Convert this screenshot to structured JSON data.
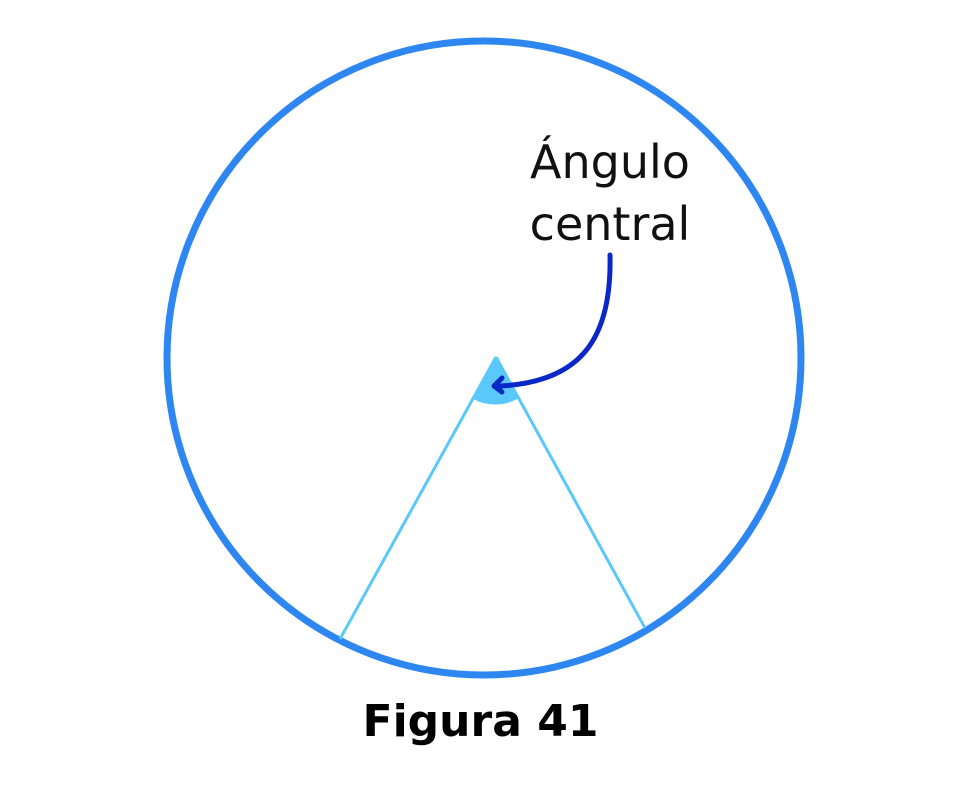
{
  "diagram": {
    "label_line1": "Ángulo",
    "label_line2": "central",
    "caption": "Figura 41"
  },
  "colors": {
    "circle": "#2E86F0",
    "radius_lines": "#5AC8FA",
    "angle_fill": "#5AC8FA",
    "arrow": "#0A27C8",
    "text": "#111111"
  },
  "icons": {
    "arrow": "curved-arrow-icon"
  }
}
